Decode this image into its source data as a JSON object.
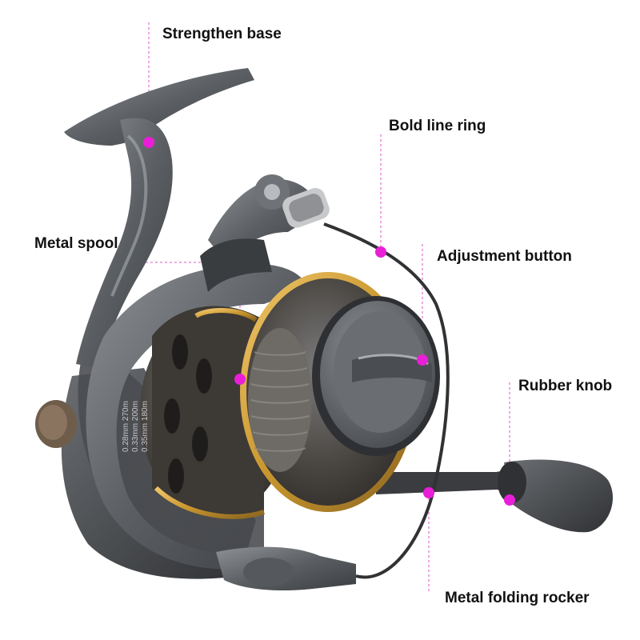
{
  "callouts": {
    "strengthen_base": "Strengthen base",
    "bold_line_ring": "Bold line ring",
    "metal_spool": "Metal spool",
    "adjustment_button": "Adjustment button",
    "rubber_knob": "Rubber knob",
    "metal_folding_rocker": "Metal folding rocker"
  },
  "spool_markings": {
    "line_1": "0.28mm 270m",
    "line_2": "0.33mm 200m",
    "line_3": "0.35mm 180m"
  },
  "colors": {
    "accent_dot": "#e91fd8",
    "guide_line": "#e37ad8",
    "gold_trim": "#c8962e",
    "body_gray": "#5b5f63",
    "label_text": "#111111"
  }
}
